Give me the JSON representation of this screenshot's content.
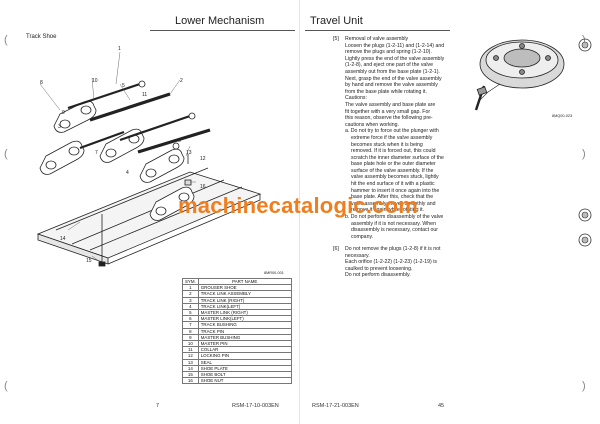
{
  "left_page": {
    "header": "Lower Mechanism",
    "section_title": "Track Shoe",
    "figure_code": "8MR00-001",
    "callouts": [
      "1",
      "2",
      "3",
      "4",
      "5",
      "6",
      "7",
      "8",
      "9",
      "10",
      "11",
      "12",
      "13",
      "14",
      "15",
      "16"
    ],
    "table": {
      "headers": [
        "SYM.",
        "PART NAME"
      ],
      "rows": [
        [
          "1",
          "GROUSER SHOE"
        ],
        [
          "2",
          "TRACK LINK ASSEMBLY"
        ],
        [
          "3",
          "TRACK LINK (RIGHT)"
        ],
        [
          "4",
          "TRACK LINK(LEFT)"
        ],
        [
          "5",
          "MASTER LINK (RIGHT)"
        ],
        [
          "6",
          "MASTER LINK(LEFT)"
        ],
        [
          "7",
          "TRACK BUSHING"
        ],
        [
          "8",
          "TRACK PIN"
        ],
        [
          "9",
          "MASTER BUSHING"
        ],
        [
          "10",
          "MASTER PIN"
        ],
        [
          "11",
          "COLLAR"
        ],
        [
          "12",
          "LOCKING PIN"
        ],
        [
          "13",
          "SEAL"
        ],
        [
          "14",
          "SHOE PLATE"
        ],
        [
          "15",
          "SHOE BOLT"
        ],
        [
          "16",
          "SHOE NUT"
        ]
      ]
    },
    "footer_page": "7",
    "footer_code": "RSM-17-10-003EN"
  },
  "right_page": {
    "header": "Travel Unit",
    "figure_code": "8MQ00-023",
    "steps": [
      {
        "num": "[5]",
        "lines": [
          "Removal of valve assembly",
          "Loosen the plugs (1-2-11) and (1-2-14) and",
          "remove the plugs and spring (1-2-10).",
          "Lightly press the end of the valve assembly",
          "(1-2-8), and eject one part of the valve",
          "assembly out from the base plate (1-2-1).",
          "Next, grasp the end of the valve assembly",
          "by hand and remove the valve assembly",
          "from the base plate while rotating it.",
          "Cautions:",
          "The valve assembly and base plate are",
          "fit together with a very small gap. For",
          "this reason, observe the following pre-",
          "cautions when working.",
          "a. Do not try to force out the plunger with",
          "extreme force if the valve assembly",
          "becomes stuck when it is being",
          "removed. If it is forced out, this could",
          "scratch the inner diameter surface of the",
          "base plate hole or the outer diameter",
          "surface of the valve assembly. If the",
          "valve assembly becomes stuck, lightly",
          "hit the end surface of it with a plastic",
          "hammer to insert it once again into the",
          "base plate. After this, check that the",
          "valve assembly moves smoothly and",
          "remove it again while rotating it.",
          "b. Do not perform disassembly of the valve",
          "assembly if it is not necessary. When",
          "disassembly is necessary, contact our",
          "company."
        ]
      },
      {
        "num": "[6]",
        "lines": [
          "Do not remove the plugs (1-2-8) if it is not",
          "necessary.",
          "Each orifice (1-2-22) (1-2-23) (1-2-19) is",
          "caulked to prevent loosening.",
          "Do not perform disassembly."
        ]
      }
    ],
    "footer_code": "RSM-17-21-003EN",
    "footer_page": "45"
  },
  "watermark": "machinecatalogic.com",
  "colors": {
    "watermark": "#f07e1e",
    "ink": "#111111",
    "rule": "#555555"
  }
}
